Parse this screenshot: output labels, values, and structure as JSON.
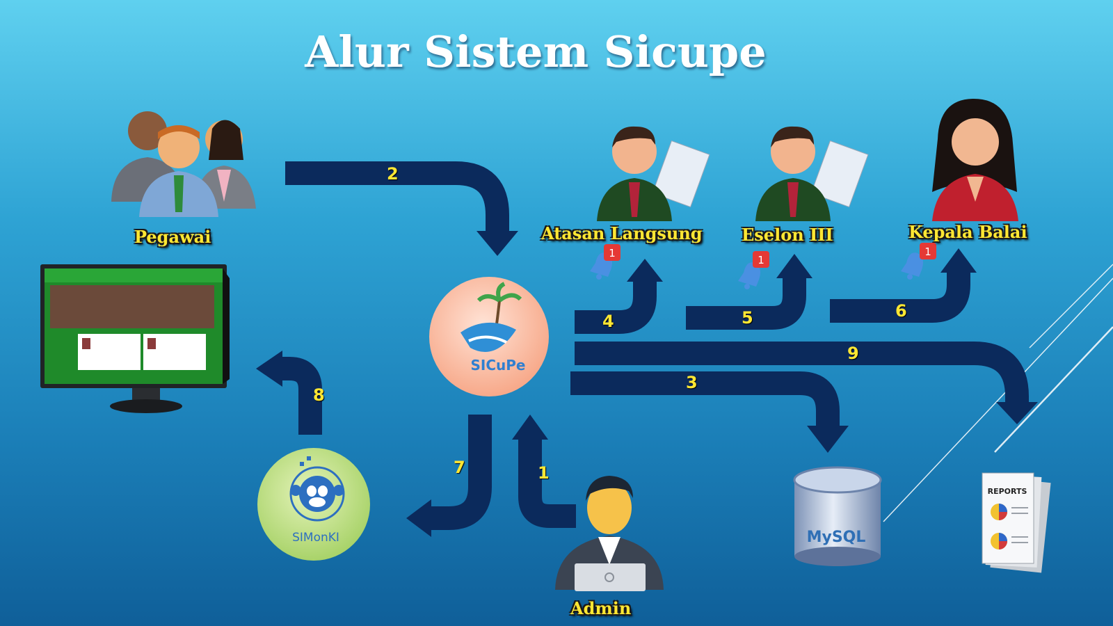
{
  "title": "Alur Sistem Sicupe",
  "actors": {
    "pegawai": "Pegawai",
    "atasan": "Atasan Langsung",
    "eselon": "Eselon III",
    "kepala": "Kepala Balai",
    "admin": "Admin"
  },
  "systems": {
    "sicupe": "SICuPe",
    "simonki": "SIMonKI",
    "mysql": "MySQL",
    "reports": "REPORTS"
  },
  "notification_count": "1",
  "steps": [
    "1",
    "2",
    "3",
    "4",
    "5",
    "6",
    "7",
    "8",
    "9"
  ],
  "colors": {
    "arrow": "#0b2a5c",
    "label_text": "#ffe733",
    "sicupe_circle": "#fbb9a0",
    "simonki_circle": "#c5e28a",
    "badge": "#e53935"
  }
}
